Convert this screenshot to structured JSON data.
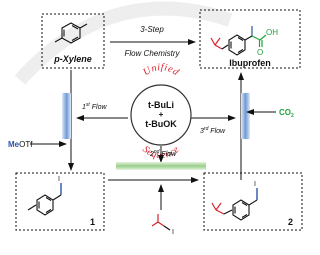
{
  "diagram": {
    "p_xylene": {
      "label": "p-Xylene"
    },
    "ibuprofen": {
      "label": "Ibuprofen",
      "oh": "OH",
      "o": "O"
    },
    "top_arrow": {
      "line1": "3-Step",
      "line2": "Flow Chemistry"
    },
    "center": {
      "arc_top": "Unified",
      "arc_bottom": "Sequence",
      "line1": "t-BuLi",
      "plus": "+",
      "line2": "t-BuOK"
    },
    "flow1": {
      "num": "1",
      "sup": "st",
      "word": " Flow"
    },
    "flow2": {
      "num": "2",
      "sup": "nd",
      "word": " Flow"
    },
    "flow3": {
      "num": "3",
      "sup": "rd",
      "word": " Flow"
    },
    "reagent_left": {
      "me": "Me",
      "otf": "OTf"
    },
    "reagent_right": {
      "co2": "CO",
      "sub2": "2"
    },
    "reagent_bottom": {
      "i": "I"
    },
    "compound1": {
      "label": "1",
      "i": "I"
    },
    "compound2": {
      "label": "2",
      "i": "I"
    }
  },
  "colors": {
    "red": "#d9232d",
    "blue": "#2b55a8",
    "green": "#22a33a",
    "black": "#111111"
  }
}
